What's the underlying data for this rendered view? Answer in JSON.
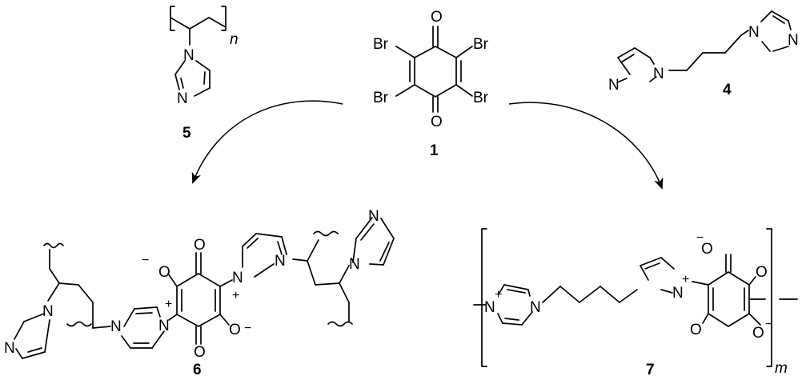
{
  "atoms": {
    "bromine": "Br",
    "oxygen": "O",
    "nitrogen": "N",
    "oxide": "O"
  },
  "charges": {
    "plus": "+",
    "minus": "−"
  },
  "compounds": {
    "bromanil": "1",
    "bisimidazole": "4",
    "polyvinylimidazole": "5",
    "polymer_network": "6",
    "zwitterion_polymer": "7"
  },
  "subscripts": {
    "n": "n",
    "m": "m"
  }
}
